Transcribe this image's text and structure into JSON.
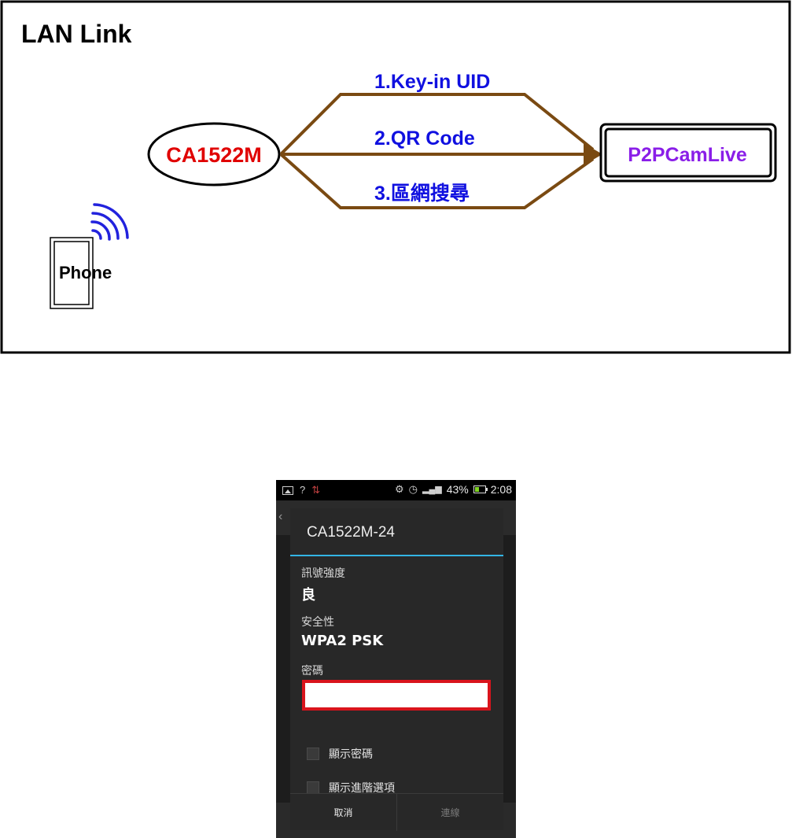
{
  "diagram": {
    "title": "LAN Link",
    "device": "CA1522M",
    "app": "P2PCamLive",
    "phone": "Phone",
    "methods": [
      "1.Key-in UID",
      "2.QR Code",
      "3.區網搜尋"
    ],
    "colors": {
      "device": "#e00000",
      "app": "#8a1ee8",
      "methods": "#1010e0",
      "arrows": "#7a4a12",
      "wifi": "#2222dd"
    }
  },
  "phone_screen": {
    "status_bar": {
      "battery_percent": "43%",
      "time": "2:08",
      "icons_left": [
        "image-icon",
        "wifi-question-icon",
        "usb-icon"
      ],
      "icons_right": [
        "alarm-icon",
        "clock-icon",
        "signal-icon",
        "battery-icon"
      ]
    },
    "dialog": {
      "title": "CA1522M-24",
      "signal_label": "訊號強度",
      "signal_value": "良",
      "security_label": "安全性",
      "security_value": "WPA2 PSK",
      "password_label": "密碼",
      "password_value": "",
      "show_password": "顯示密碼",
      "show_advanced": "顯示進階選項",
      "cancel": "取消",
      "connect": "連線"
    }
  }
}
